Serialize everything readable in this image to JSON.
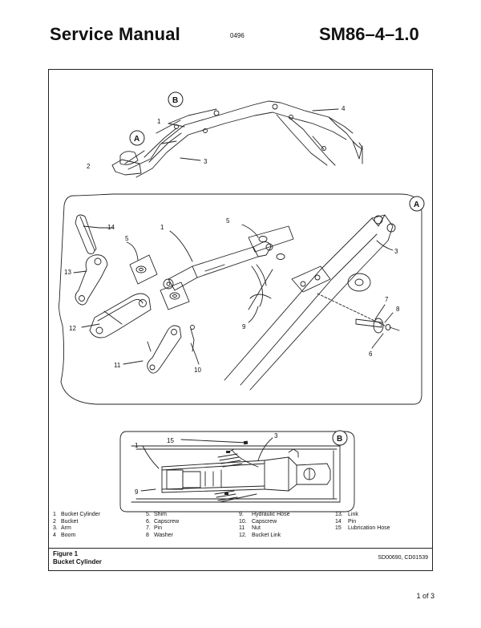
{
  "header": {
    "title": "Service Manual",
    "code": "0496",
    "doc_number": "SM86–4–1.0"
  },
  "figure": {
    "label": "Figure 1",
    "title": "Bucket Cylinder",
    "reference": "SD00690, CD01539",
    "callouts": {
      "A": "A",
      "B": "B",
      "n1": "1",
      "n2": "2",
      "n3": "3",
      "n4": "4",
      "n5": "5",
      "n6": "6",
      "n7": "7",
      "n8": "8",
      "n9": "9",
      "n10": "10",
      "n11": "11",
      "n12": "12",
      "n13": "13",
      "n14": "14",
      "n15": "15"
    }
  },
  "legend": {
    "col1": [
      {
        "num": "1",
        "text": "Bucket Cylinder"
      },
      {
        "num": "2",
        "text": "Bucket"
      },
      {
        "num": "3.",
        "text": "Arm"
      },
      {
        "num": "4",
        "text": "Boom"
      }
    ],
    "col2": [
      {
        "num": "5.",
        "text": "Shim"
      },
      {
        "num": "6.",
        "text": "Capscrew"
      },
      {
        "num": "7.",
        "text": "Pin"
      },
      {
        "num": "8",
        "text": "Washer"
      }
    ],
    "col3": [
      {
        "num": "9.",
        "text": "Hydraulic Hose"
      },
      {
        "num": "10.",
        "text": "Capscrew"
      },
      {
        "num": "11",
        "text": "Nut"
      },
      {
        "num": "12.",
        "text": "Bucket Link"
      }
    ],
    "col4": [
      {
        "num": "13.",
        "text": "Link"
      },
      {
        "num": "14",
        "text": "Pin"
      },
      {
        "num": "15",
        "text": "Lubrication Hose"
      }
    ]
  },
  "footer": {
    "page": "1 of 3"
  }
}
